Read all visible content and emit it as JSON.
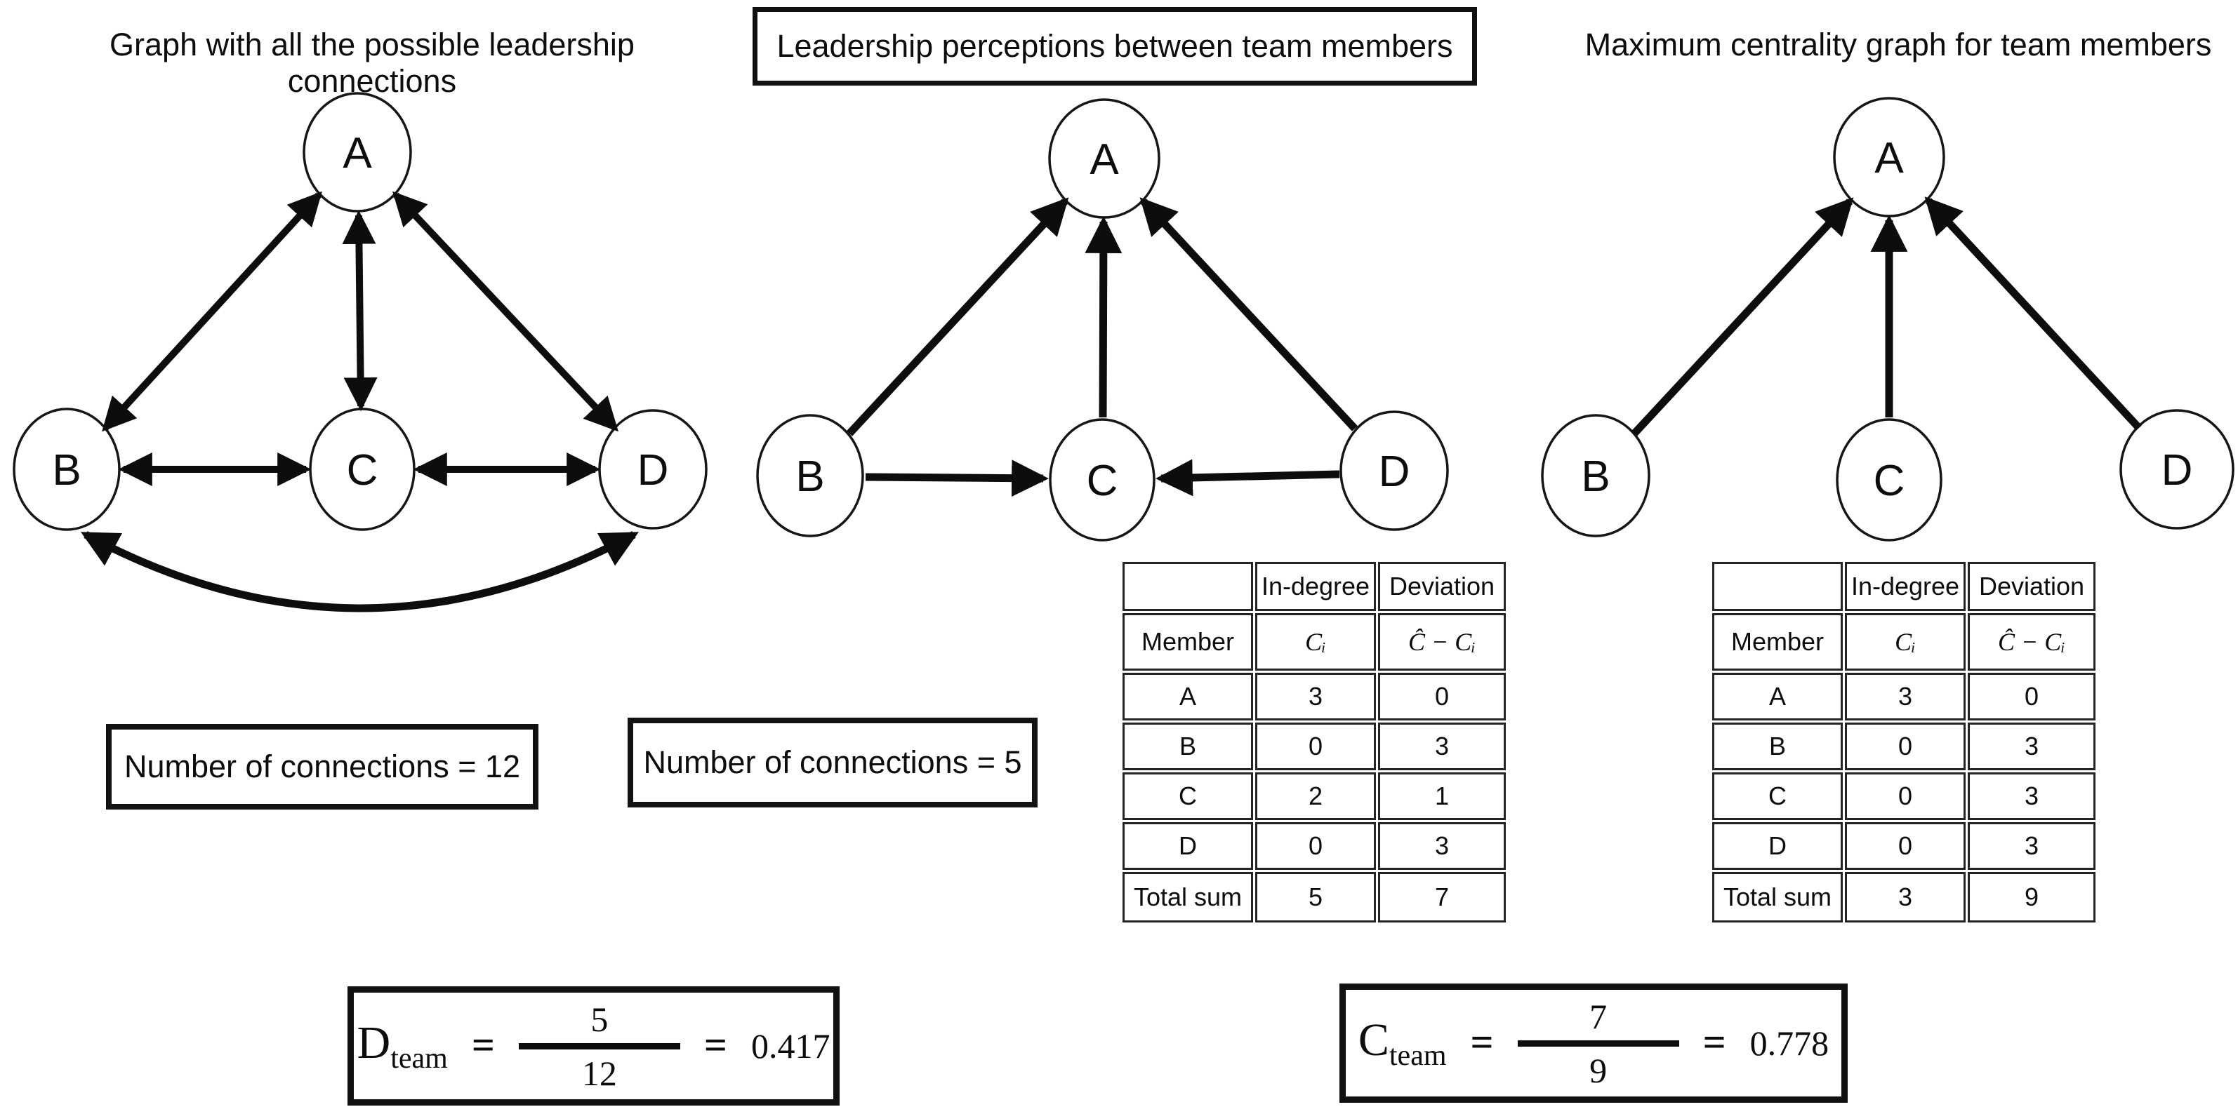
{
  "panels": [
    {
      "title": "Graph with all the possible leadership connections",
      "nodes": [
        "A",
        "B",
        "C",
        "D"
      ],
      "edges": [
        {
          "from": "A",
          "to": "B",
          "bidirectional": true
        },
        {
          "from": "A",
          "to": "C",
          "bidirectional": true
        },
        {
          "from": "A",
          "to": "D",
          "bidirectional": true
        },
        {
          "from": "B",
          "to": "C",
          "bidirectional": true
        },
        {
          "from": "C",
          "to": "D",
          "bidirectional": true
        },
        {
          "from": "B",
          "to": "D",
          "bidirectional": true
        }
      ],
      "connections_box": "Number of connections = 12"
    },
    {
      "title": "Leadership perceptions between team members",
      "nodes": [
        "A",
        "B",
        "C",
        "D"
      ],
      "edges": [
        {
          "from": "B",
          "to": "A",
          "bidirectional": false
        },
        {
          "from": "C",
          "to": "A",
          "bidirectional": false
        },
        {
          "from": "D",
          "to": "A",
          "bidirectional": false
        },
        {
          "from": "B",
          "to": "C",
          "bidirectional": false
        },
        {
          "from": "D",
          "to": "C",
          "bidirectional": false
        }
      ],
      "connections_box": "Number of connections = 5"
    },
    {
      "title": "Maximum centrality graph for team members",
      "nodes": [
        "A",
        "B",
        "C",
        "D"
      ],
      "edges": [
        {
          "from": "B",
          "to": "A",
          "bidirectional": false
        },
        {
          "from": "C",
          "to": "A",
          "bidirectional": false
        },
        {
          "from": "D",
          "to": "A",
          "bidirectional": false
        }
      ]
    }
  ],
  "tables": [
    {
      "header_row1": [
        "",
        "In-degree",
        "Deviation"
      ],
      "header_row2": [
        "Member",
        "Cᵢ",
        "Ĉ − Cᵢ"
      ],
      "rows": [
        [
          "A",
          "3",
          "0"
        ],
        [
          "B",
          "0",
          "3"
        ],
        [
          "C",
          "2",
          "1"
        ],
        [
          "D",
          "0",
          "3"
        ]
      ],
      "total_row": [
        "Total sum",
        "5",
        "7"
      ]
    },
    {
      "header_row1": [
        "",
        "In-degree",
        "Deviation"
      ],
      "header_row2": [
        "Member",
        "Cᵢ",
        "Ĉ − Cᵢ"
      ],
      "rows": [
        [
          "A",
          "3",
          "0"
        ],
        [
          "B",
          "0",
          "3"
        ],
        [
          "C",
          "0",
          "3"
        ],
        [
          "D",
          "0",
          "3"
        ]
      ],
      "total_row": [
        "Total sum",
        "3",
        "9"
      ]
    }
  ],
  "formulas": [
    {
      "symbol": "D",
      "subscript": "team",
      "equals": "=",
      "numerator": "5",
      "denominator": "12",
      "equals2": "=",
      "result": "0.417"
    },
    {
      "symbol": "C",
      "subscript": "team",
      "equals": "=",
      "numerator": "7",
      "denominator": "9",
      "equals2": "=",
      "result": "0.778"
    }
  ],
  "colors": {
    "ink": "#0d0d0d",
    "background": "#ffffff"
  }
}
